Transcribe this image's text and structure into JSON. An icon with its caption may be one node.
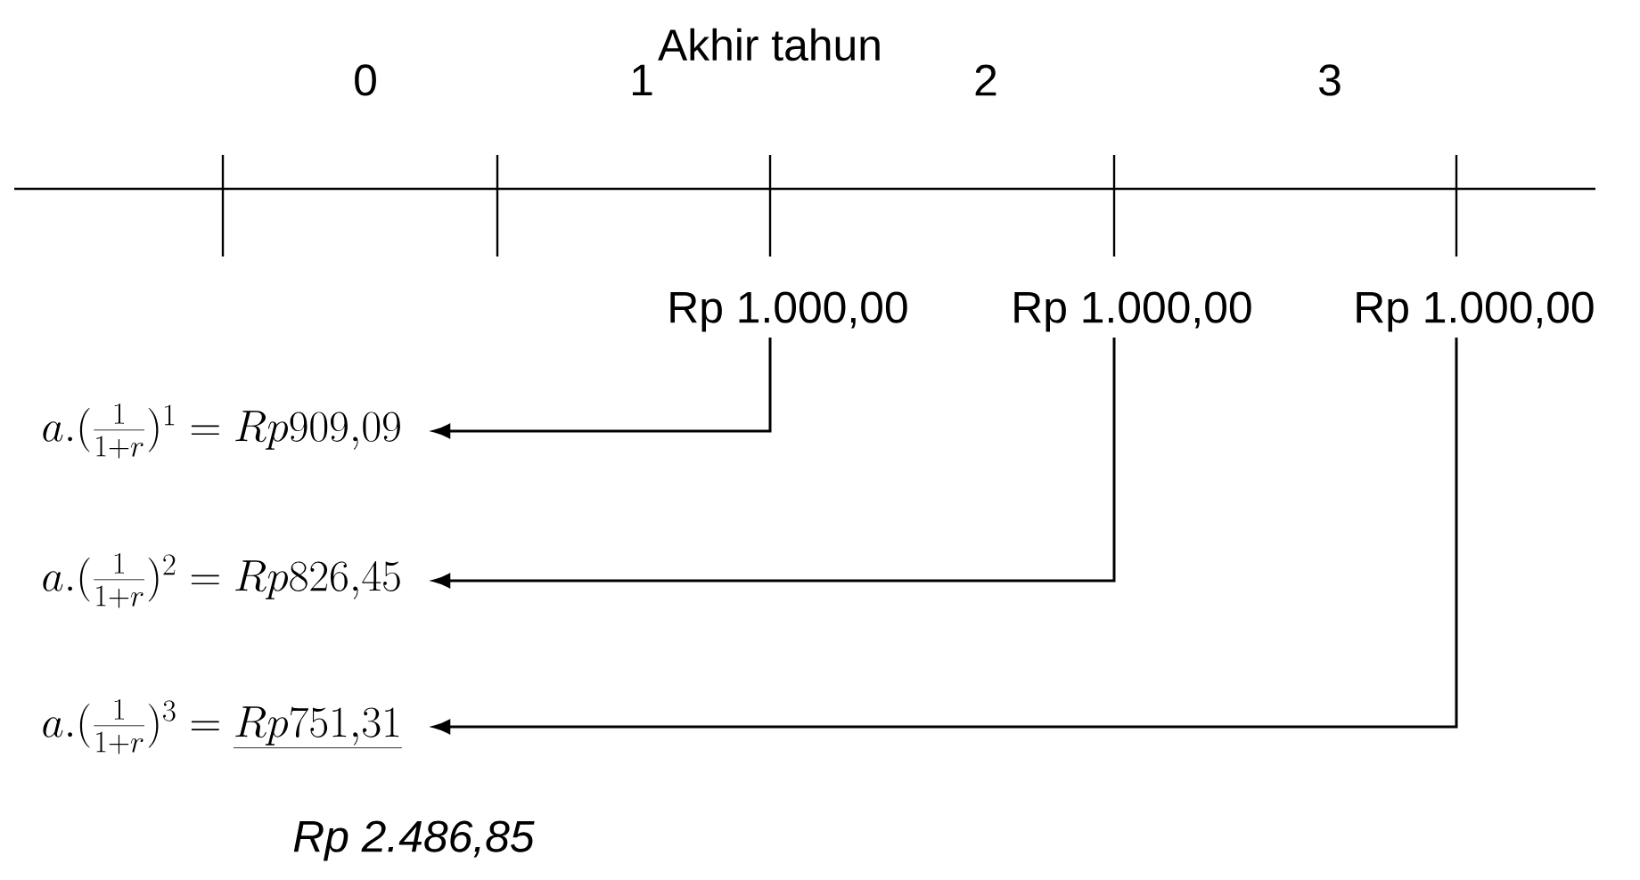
{
  "diagram": {
    "nodes": [
      {
        "text": [
          "Rp 1.000,00"
        ]
      },
      {
        "text": [
          "Rp 1.000,00"
        ]
      },
      {
        "text": [
          "Rp 1.000,00"
        ]
      },
      {
        "text": [
          "a.(\\frac{1}{1+r})^{1} = Rp909{,}09"
        ]
      },
      {
        "text": [
          "a.(\\frac{1}{1+r})^{2} = Rp826{,}45"
        ]
      },
      {
        "text": [
          "a.(\\frac{1}{1+r})^{3} = \\underline{Rp751{,}31}"
        ]
      }
    ],
    "edges": [
      {
        "from": 0,
        "to": 3,
        "arrow": "to"
      },
      {
        "from": 1,
        "to": 4,
        "arrow": "to"
      },
      {
        "from": 2,
        "to": 5,
        "arrow": "to"
      }
    ],
    "labels": [
      "Akhir tahun",
      "0",
      "1",
      "2",
      "3",
      "*Rp 2.486,85*"
    ]
  }
}
